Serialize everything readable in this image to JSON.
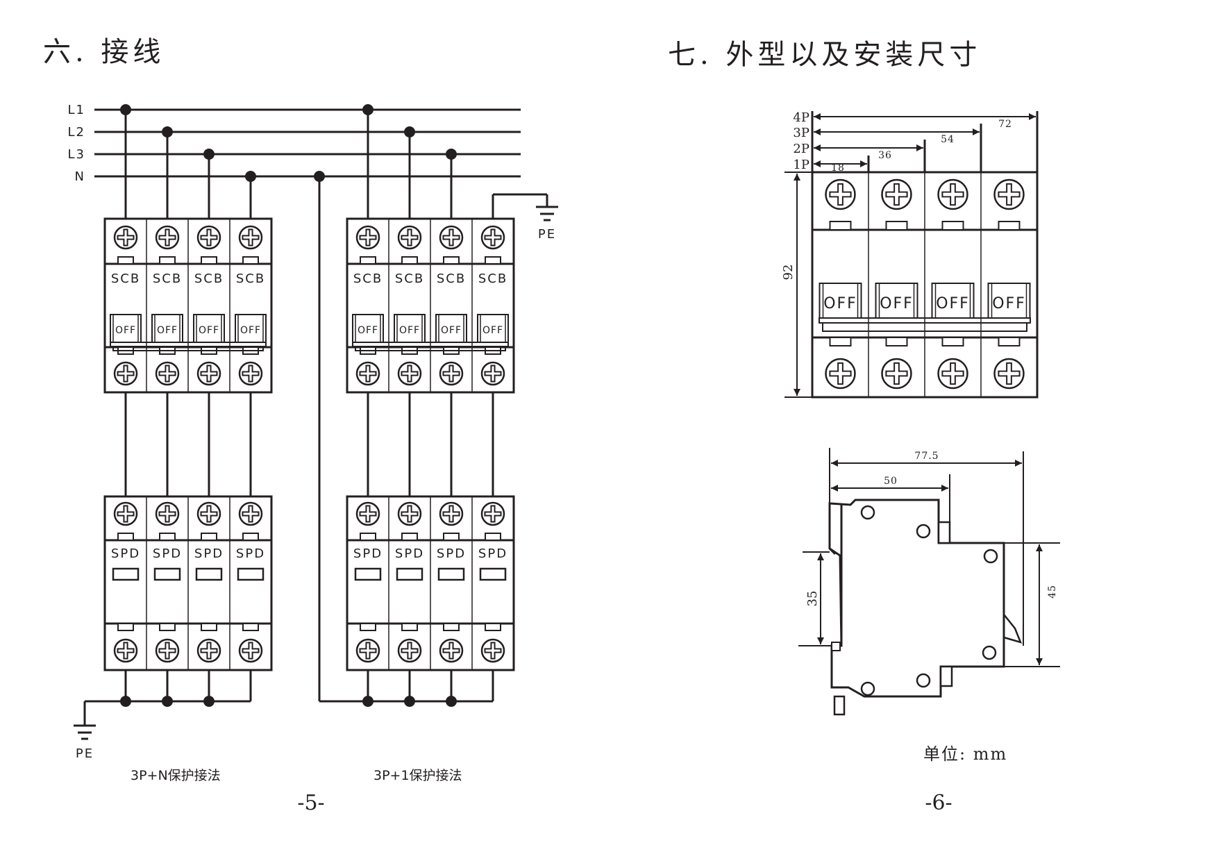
{
  "left_page": {
    "section_title": "六. 接线",
    "lines": [
      "L1",
      "L2",
      "L3",
      "N"
    ],
    "scb_label": "SCB",
    "spd_label": "SPD",
    "handle_label": "OFF",
    "pe_label": "PE",
    "diagrams": [
      {
        "caption": "3P+N保护接法",
        "poles": [
          "L1",
          "L2",
          "L3",
          "N"
        ],
        "spd_ground": "PE"
      },
      {
        "caption": "3P+1保护接法",
        "poles": [
          "L1",
          "L2",
          "L3",
          "PE"
        ],
        "spd_return": "N"
      }
    ],
    "page_number": "-5-"
  },
  "right_page": {
    "section_title": "七. 外型以及安装尺寸",
    "front_view": {
      "pole_labels": [
        "4P",
        "3P",
        "2P",
        "1P"
      ],
      "widths": [
        "72",
        "54",
        "36",
        "18"
      ],
      "height": "92",
      "handle_label": "OFF"
    },
    "side_view": {
      "overall_depth": "77.5",
      "front_depth": "50",
      "rail_width": "35",
      "front_height": "45"
    },
    "unit_note": "单位: mm",
    "page_number": "-6-"
  }
}
